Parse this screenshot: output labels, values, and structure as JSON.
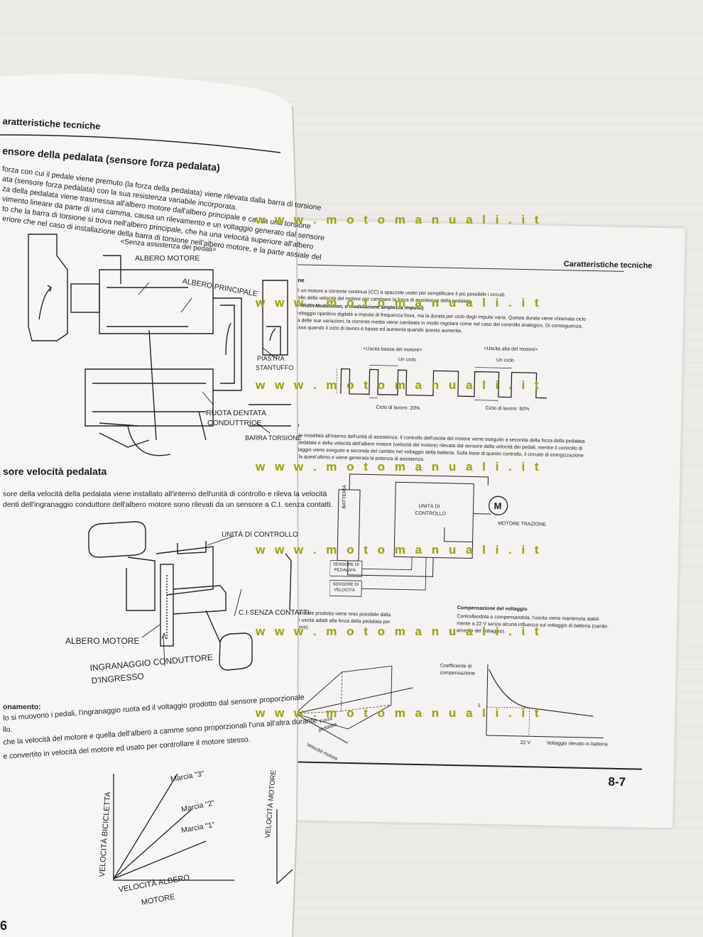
{
  "watermark": "w w w . m o t o m a n u a l i . i t",
  "left_page": {
    "header": "aratteristiche tecniche",
    "section1_title": "ensore della pedalata (sensore forza pedalata)",
    "section1_lines": [
      "forza con cui il pedale viene premuto (la forza della pedalata) viene rilevata dalla barra di torsione",
      "ata (sensore forza pedalata) con la sua resistenza variabile incorporata.",
      "za della pedalata viene trasmessa all'albero motore dall'albero principale e causa una torsione",
      "vimento lineare da parte di una camma, causa un rilevamento e un voltaggio generato dal sensore",
      "to che la barra di torsione si trova nell'albero principale, che ha una velocità superiore all'albero",
      "eriore che nel caso di installazione della barra di torsione nell'albero motore, e la parte assiale del"
    ],
    "diagram1_caption": "<Senza assistenza dei pedali>",
    "labels": {
      "albero_motore": "ALBERO MOTORE",
      "albero_principale": "ALBERO PRINCIPALE",
      "piastra": "PIASTRA",
      "stantuffo": "STANTUFFO",
      "ruota_dentata": "RUOTA DENTATA",
      "conduttrice": "CONDUTTRICE",
      "barra_torsione": "BARRA TORSIONE",
      "unita_controllo": "UNITÀ DI CONTROLLO",
      "ci_senza_contatti": "C.I SENZA CONTATTI",
      "albero_motore2": "ALBERO MOTORE",
      "ingranaggio1": "INGRANAGGIO CONDUTTORE",
      "ingranaggio2": "D'INGRESSO"
    },
    "section2_title": "sore velocità pedalata",
    "section2_lines": [
      "sore della velocità della pedalata viene installato all'interno dell'unità di controllo e rileva la velocità",
      "denti dell'ingranaggio conduttore dell'albero motore sono rilevati da un sensore a C.I. senza contatti."
    ],
    "section3_title": "onamento:",
    "section3_lines": [
      "lo si muovono i pedali, l'ingranaggio ruota ed il voltaggio prodotto dal sensore proporzionale",
      "llo.",
      "che la velocità del motore e quella dell'albero a camme sono proporzionali l'una all'altra durante",
      "e convertito in velocità del motore ed usato per controllare il motore stesso."
    ],
    "chart_labels": {
      "marcia3": "Marcia \"3\"",
      "marcia2": "Marcia \"2\"",
      "marcia1": "Marcia \"1\"",
      "yaxis": "VELOCITÀ BICICLETTA",
      "xaxis1": "VELOCITÀ ALBERO",
      "xaxis2": "MOTORE",
      "yaxis2": "VELOCITÀ MOTORE"
    },
    "page_number": "6"
  },
  "right_page": {
    "header": "Caratteristiche tecniche",
    "s1_title": "zione",
    "s1_lines": [
      "ne è un motore a corrente continua (CC) a spazzole usato per semplificare il più possibile i circuiti.",
      "ontrollo della velocità del motore per cambiare la forza di assistenza della pedalata."
    ],
    "s1b_title": "alse Width Modulation, o modulazione ampiezza impulsi)",
    "s1b_lines": [
      "un voltaggio ripetitivo digitale a impulsi di frequenza fissa, ma la durata per ciclo degli impulsi varia. Questa durata viene chiamata ciclo",
      "onda delle sue variazioni, la corrente media viene cambiata in modo regolare come nel caso del controllo analogico. Di conseguenza,",
      "è bassa quando il ciclo di lavoro è basso ed aumenta quando questo aumenta."
    ],
    "pwm": {
      "low_caption": "<Uscita bassa del motore>",
      "high_caption": "<Uscita alta del motore>",
      "cycle": "Un ciclo",
      "cycle2": "Un ciclo",
      "duty_low": "Ciclo di lavoro: 20%",
      "duty_high": "Ciclo di lavoro: 60%"
    },
    "s2_title": "rollo",
    "s2_lines": [
      "o viene installata all'interno dell'unità di assistenza. Il controllo dell'uscita del motore viene eseguito a seconda della forza della pedalata",
      "re di pedalata e della velocità dell'albero motore (velocità del motore) rilevata dal sensore della velocità dei pedali, mentre il controllo di",
      "el voltaggio viene eseguito a seconda del cambio nel voltaggio della batteria. Sulla base di questo controllo, il circuito di energizzazione",
      "ontrolla quest'ultimo e viene generata la potenza di assistenza."
    ],
    "circuit": {
      "batteria": "BATTERIA",
      "unita1": "UNITÀ DI",
      "unita2": "CONTROLLO",
      "motor_symbol": "M",
      "motore": "MOTORE TRAZIONE",
      "sens_ped1": "SENSORE DI",
      "sens_ped2": "PEDALATA",
      "sens_vel1": "SENSORE DI",
      "sens_vel2": "VELOCITÀ"
    },
    "s3_lines": [
      "potenza totale prodotta viene reso possibile dalla",
      "valori di uscita adatti alla forza della pedalata per",
      "del motore)."
    ],
    "s4_title": "Compensazione del voltaggio",
    "s4_lines": [
      "Controllandola e compensandola, l'uscita viene mantenuta stabil-",
      "mente a 22 V senza alcuna influenza sul voltaggio di batteria (cambi-",
      "amento del voltaggio)."
    ],
    "graph3d": {
      "forza1": "Forza",
      "forza2": "pedalata",
      "velocita": "Velocità motore"
    },
    "comp_graph": {
      "ylabel1": "Coefficiente di",
      "ylabel2": "compensazione",
      "one": "1",
      "v22": "22 V",
      "xlabel": "Voltaggio rilevato in batteria"
    },
    "page_number": "8-7"
  }
}
